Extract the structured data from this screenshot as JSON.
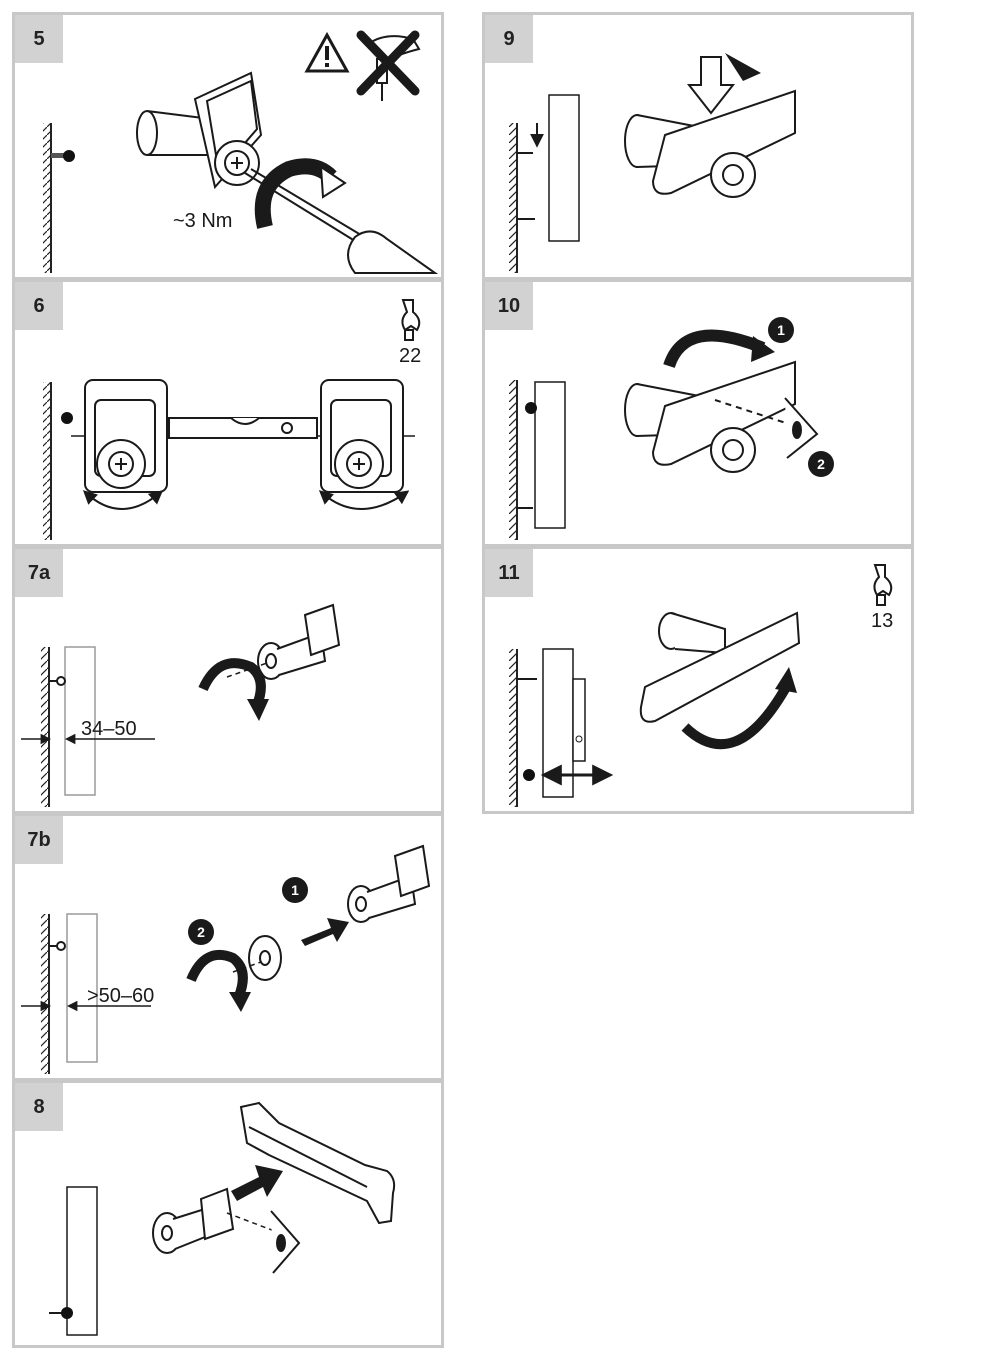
{
  "steps": {
    "s5": {
      "number": "5",
      "torque": "~3 Nm"
    },
    "s6": {
      "number": "6",
      "wrench_size": "22"
    },
    "s7a": {
      "number": "7a",
      "distance": "34–50"
    },
    "s7b": {
      "number": "7b",
      "distance": ">50–60",
      "callouts": [
        "1",
        "2"
      ]
    },
    "s8": {
      "number": "8"
    },
    "s9": {
      "number": "9"
    },
    "s10": {
      "number": "10",
      "callouts": [
        "1",
        "2"
      ]
    },
    "s11": {
      "number": "11",
      "wrench_size": "13"
    }
  },
  "colors": {
    "panel_border": "#c8c8c8",
    "step_badge": "#d2d2d2",
    "ink": "#1a1a1a"
  },
  "icons": [
    "warning-triangle-icon",
    "no-drill-icon",
    "wrench-icon",
    "eye-icon",
    "rotate-arrow-icon",
    "push-arrow-icon"
  ]
}
